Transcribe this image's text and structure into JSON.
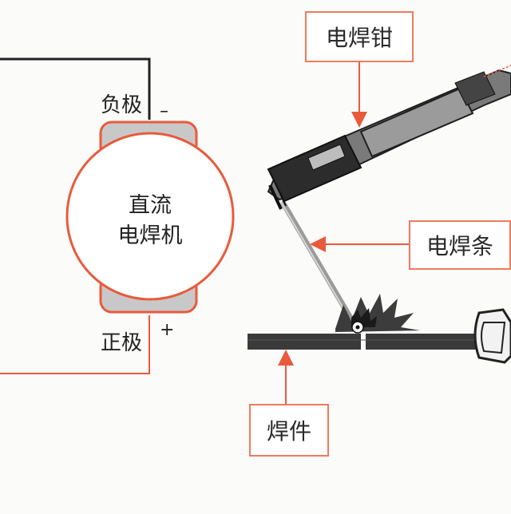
{
  "generator": {
    "title_line1": "直流",
    "title_line2": "电焊机",
    "negative_label": "负极",
    "negative_sign": "–",
    "positive_label": "正极",
    "positive_sign": "+"
  },
  "callouts": {
    "holder": "电焊钳",
    "electrode": "电焊条",
    "workpiece": "焊件"
  },
  "colors": {
    "accent": "#e95a3c",
    "callout_border": "#f07a5e",
    "wire": "#222222",
    "plate": "#3a3a3a",
    "pole_fill": "#c9c8c8"
  }
}
